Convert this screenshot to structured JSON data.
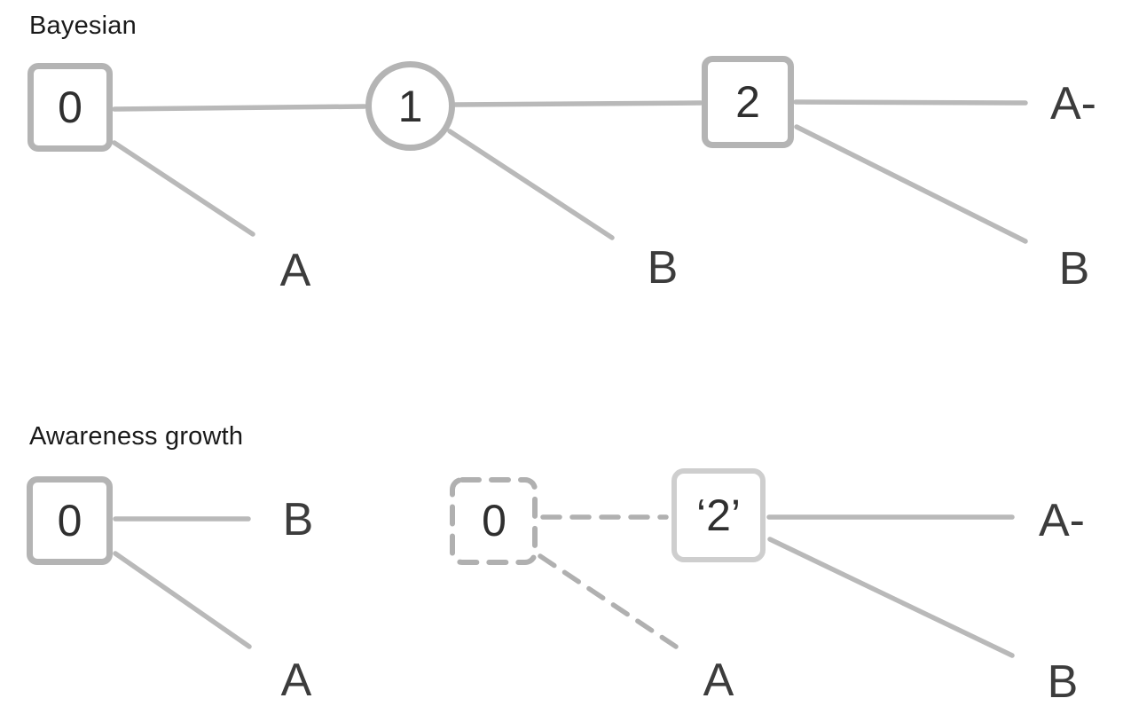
{
  "colors": {
    "node_border": "#b4b4b4",
    "node_border_light": "#cecece",
    "edge_line": "#b9b9b9",
    "edge_dashed": "#b0b0b0",
    "node_text": "#2f2f2f",
    "label_text": "#3c3c3c",
    "title_text": "#1a1a1a",
    "background": "#ffffff"
  },
  "bayesian": {
    "title": "Bayesian",
    "node0": "0",
    "node1": "1",
    "node2": "2",
    "label_a": "A",
    "label_b_mid": "B",
    "label_a_minus": "A-",
    "label_b_right": "B"
  },
  "awareness": {
    "title": "Awareness growth",
    "node0": "0",
    "label_b": "B",
    "label_a_left": "A",
    "ghost_node": "0",
    "node2": "‘2’",
    "label_a_mid": "A",
    "label_a_minus": "A-",
    "label_b_right": "B"
  }
}
